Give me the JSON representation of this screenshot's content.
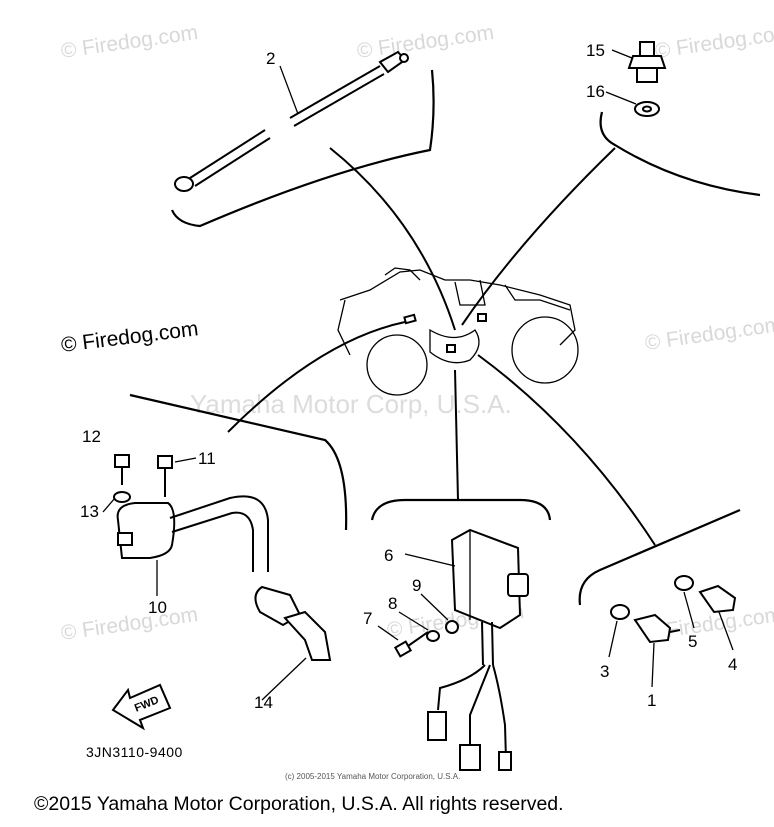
{
  "watermarks": {
    "firedog": "© Firedog.com",
    "yamaha": "Yamaha Motor Corp, U.S.A."
  },
  "parts": [
    {
      "id": "part-2",
      "label": "2"
    },
    {
      "id": "part-15",
      "label": "15"
    },
    {
      "id": "part-16",
      "label": "16"
    },
    {
      "id": "part-12",
      "label": "12"
    },
    {
      "id": "part-11",
      "label": "11"
    },
    {
      "id": "part-13",
      "label": "13"
    },
    {
      "id": "part-10",
      "label": "10"
    },
    {
      "id": "part-14",
      "label": "14"
    },
    {
      "id": "part-6",
      "label": "6"
    },
    {
      "id": "part-9",
      "label": "9"
    },
    {
      "id": "part-8",
      "label": "8"
    },
    {
      "id": "part-7",
      "label": "7"
    },
    {
      "id": "part-3",
      "label": "3"
    },
    {
      "id": "part-1",
      "label": "1"
    },
    {
      "id": "part-5",
      "label": "5"
    },
    {
      "id": "part-4",
      "label": "4"
    }
  ],
  "fwd_label": "FWD",
  "diagram_code": "3JN3110-9400",
  "small_copyright": "(c) 2005-2015 Yamaha Motor Corporation, U.S.A.",
  "footer_copyright": "©2015 Yamaha Motor Corporation, U.S.A. All rights reserved."
}
